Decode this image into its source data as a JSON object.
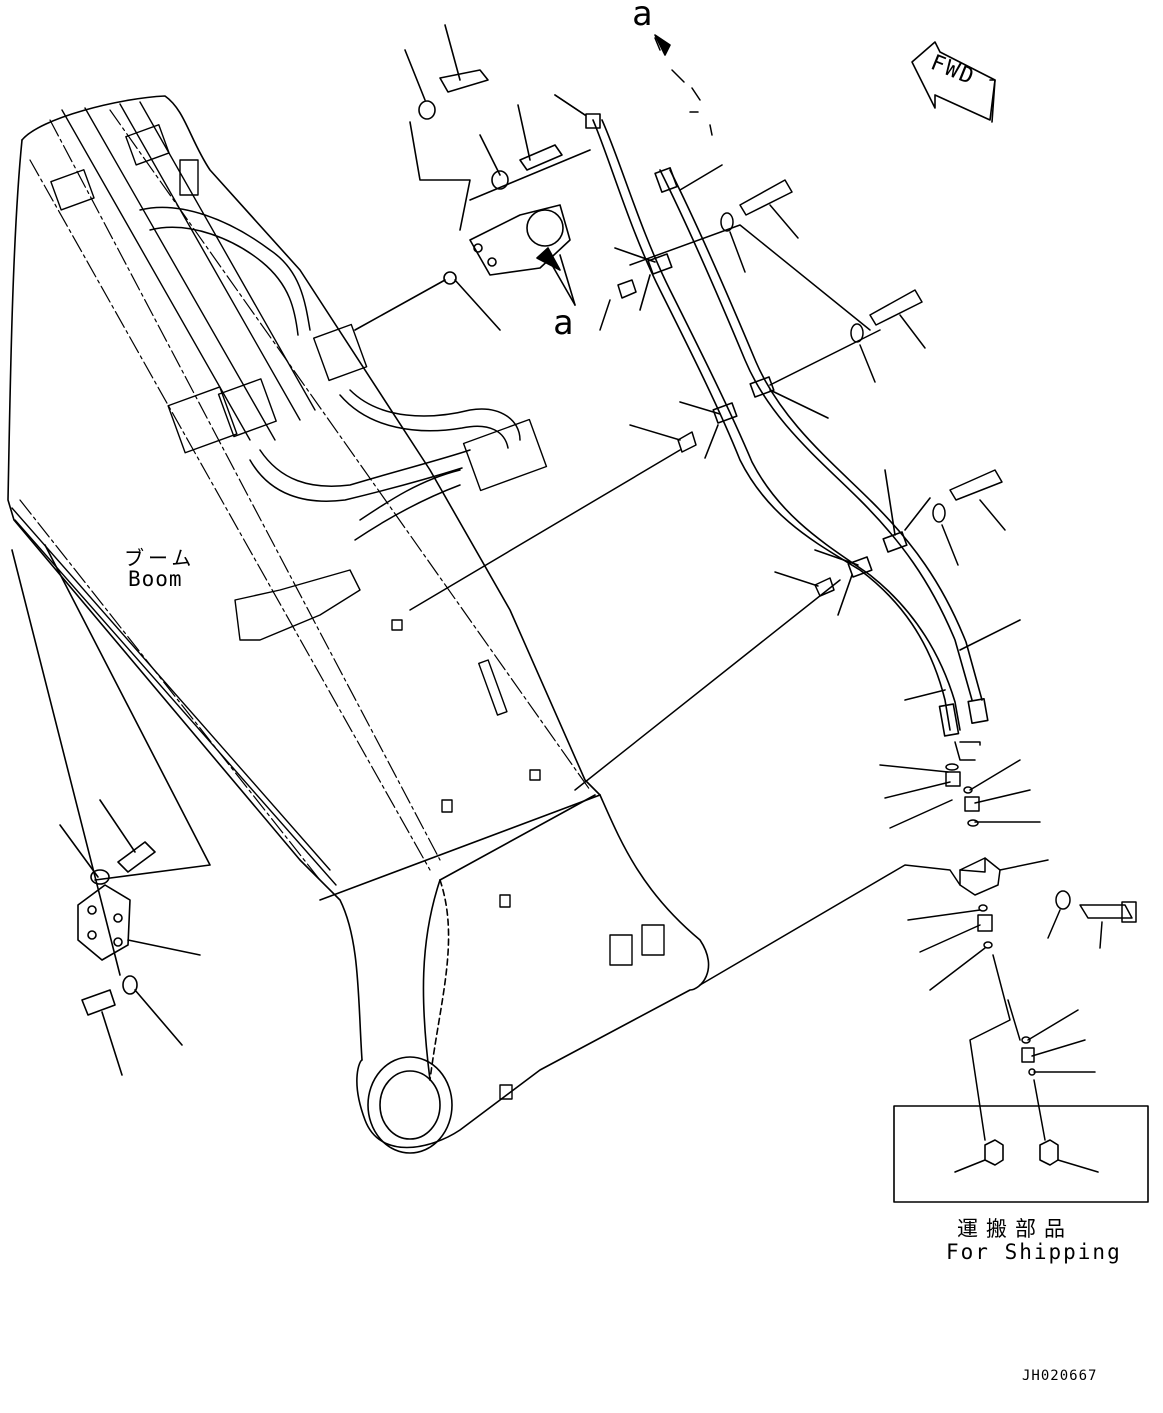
{
  "labels": {
    "boom_jp": "ブーム",
    "boom_en": "Boom",
    "shipping_jp": "運搬部品",
    "shipping_en": "For Shipping",
    "callout_top": "a",
    "callout_mid": "a",
    "fwd": "FWD",
    "drawing_code": "JH020667"
  }
}
